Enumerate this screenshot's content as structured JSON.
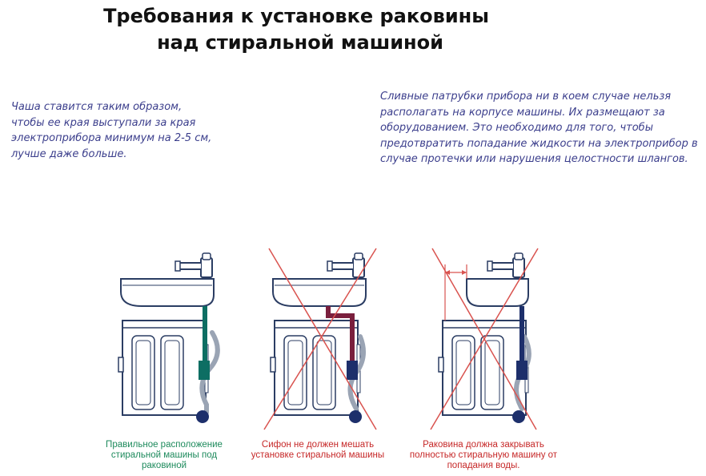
{
  "title": {
    "line1": "Требования к установке раковины",
    "line2": "над стиральной машиной"
  },
  "notes": {
    "left": "Чаша ставится таким образом, чтобы ее края выступали за края электроприбора минимум на 2-5 см, лучше даже больше.",
    "right": "Сливные патрубки прибора ни в коем случае нельзя располагать на корпусе машины. Их размещают за оборудованием. Это необходимо для того, чтобы предотвратить попадание жидкости на электроприбор в случае протечки или нарушения целостности шлангов."
  },
  "captions": {
    "correct": "Правильное расположение стиральной машины под раковиной",
    "siphon": "Сифон не должен мешать установке стиральной машины",
    "cover": "Раковина должна закрывать полностью стиральную машину от попадания воды."
  },
  "colors": {
    "note_text": "#3b3e8c",
    "caption_correct": "#1d8a5c",
    "caption_wrong": "#c62828",
    "cross": "#d9534f",
    "drain_correct": "#0d6e63",
    "drain_wrong": "#1d2f6b",
    "siphon_wrong": "#7a1f3d",
    "outline": "#2b3d63"
  }
}
